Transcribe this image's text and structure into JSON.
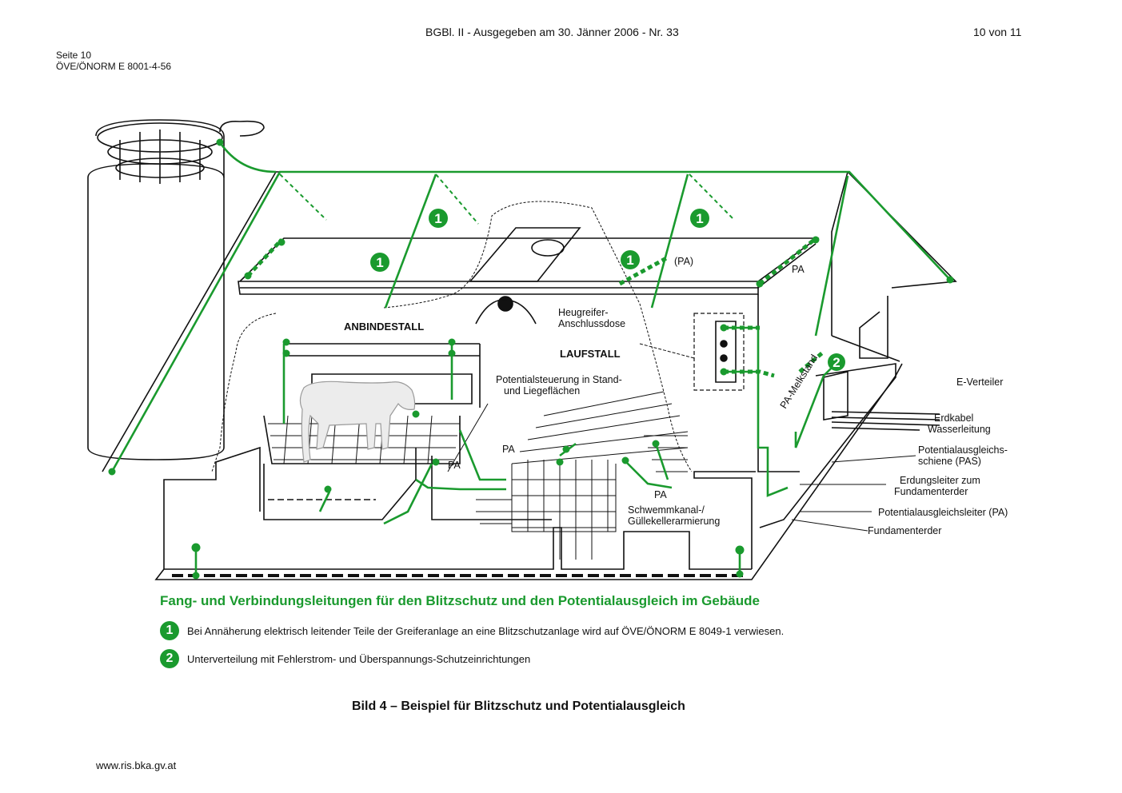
{
  "header": {
    "center": "BGBl. II - Ausgegeben am 30. Jänner 2006 - Nr. 33",
    "right": "10 von 11",
    "page": "Seite 10",
    "standard": "ÖVE/ÖNORM E 8001-4-56"
  },
  "colors": {
    "accent": "#1a9a2e",
    "line": "#111111"
  },
  "figure": {
    "markers": [
      "1",
      "1",
      "1",
      "1",
      "2"
    ],
    "labels": {
      "pa_top": "(PA)",
      "pa_right": "PA",
      "anbindestall": "ANBINDESTALL",
      "laufstall": "LAUFSTALL",
      "heugreifer_1": "Heugreifer-",
      "heugreifer_2": "Anschlussdose",
      "potential_1": "Potentialsteuerung in Stand-",
      "potential_2": "und Liegeflächen",
      "pa_left": "PA",
      "pa_mid": "PA",
      "pa_bottom": "PA",
      "schwemm_1": "Schwemmkanal-/",
      "schwemm_2": "Güllekellerarmierung",
      "pa_melkstand": "PA-Melkstand",
      "e_verteiler": "E-Verteiler",
      "erdkabel": "Erdkabel",
      "wasserleitung": "Wasserleitung",
      "pas_1": "Potentialausgleichs-",
      "pas_2": "schiene (PAS)",
      "erdungsleiter_1": "Erdungsleiter zum",
      "erdungsleiter_2": "Fundamenterder",
      "pa_leiter": "Potentialausgleichsleiter (PA)",
      "fundamenterder": "Fundamenterder"
    }
  },
  "legend": {
    "title": "Fang- und Verbindungsleitungen für den Blitzschutz und den Potentialausgleich im Gebäude",
    "items": [
      {
        "num": "1",
        "text": "Bei Annäherung elektrisch leitender Teile der Greiferanlage an eine Blitzschutzanlage wird auf ÖVE/ÖNORM E 8049-1 verwiesen."
      },
      {
        "num": "2",
        "text": "Unterverteilung mit Fehlerstrom- und Überspannungs-Schutzeinrichtungen"
      }
    ]
  },
  "caption": "Bild 4 – Beispiel für Blitzschutz und Potentialausgleich",
  "footer": {
    "url": "www.ris.bka.gv.at"
  }
}
